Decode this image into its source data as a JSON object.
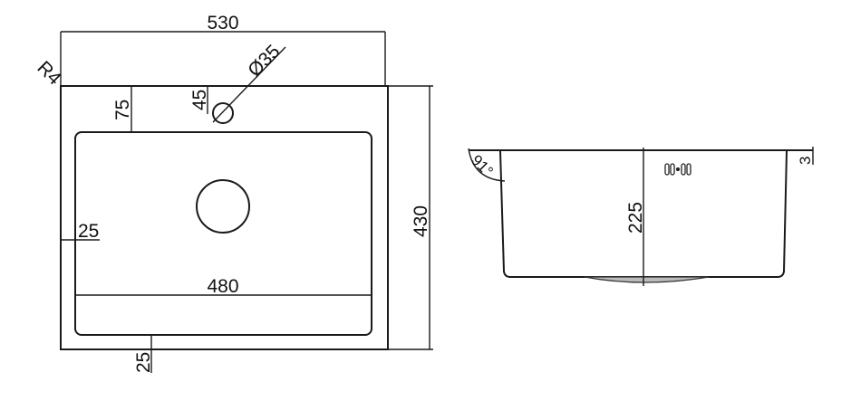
{
  "top_view": {
    "width_label": "530",
    "corner_radius_label": "R4",
    "tap_hole_diameter_label": "Ø35",
    "bowl_offset_label": "75",
    "tap_hole_offset_label": "45",
    "side_margin_label": "25",
    "bowl_width_label": "480",
    "bottom_margin_label": "25",
    "depth_label": "430"
  },
  "side_view": {
    "wall_angle_label": "91°",
    "bowl_depth_label": "225",
    "rim_thickness_label": "3"
  }
}
